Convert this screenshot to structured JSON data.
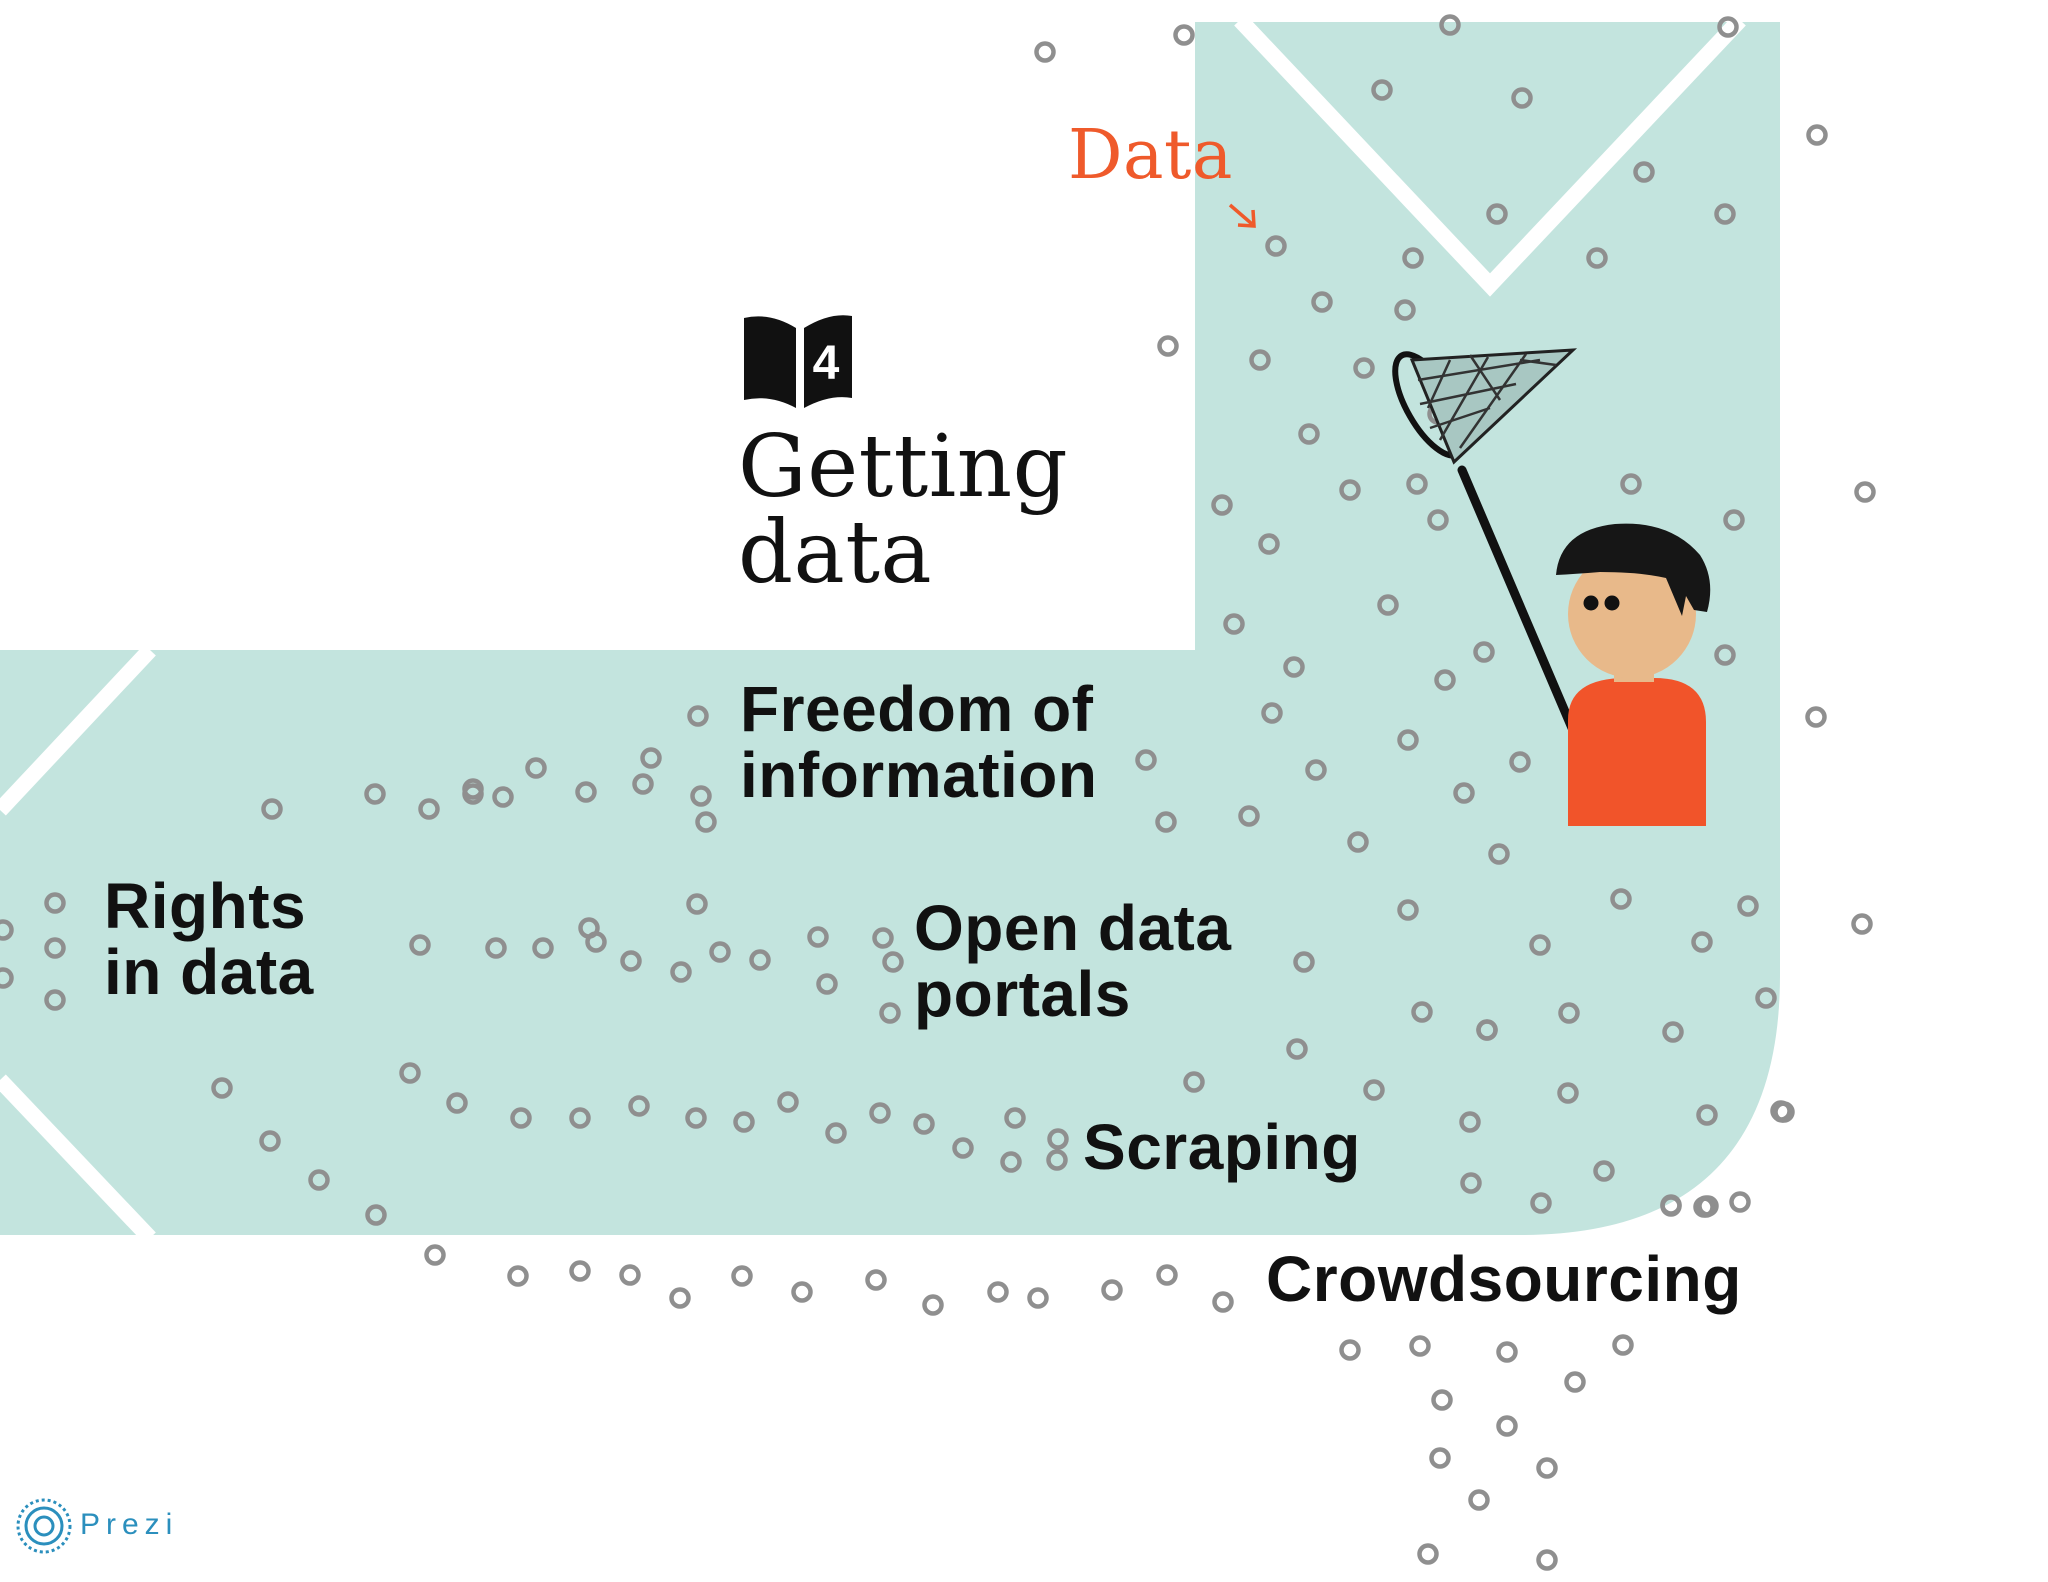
{
  "chapter": {
    "number": "4",
    "title_line1": "Getting",
    "title_line2": "data"
  },
  "data_label": "Data",
  "arrow_glyph": "↘",
  "topics": {
    "freedom_line1": "Freedom of",
    "freedom_line2": "information",
    "rights_line1": "Rights",
    "rights_line2": "in data",
    "open_line1": "Open data",
    "open_line2": "portals",
    "scraping": "Scraping",
    "crowdsourcing": "Crowdsourcing"
  },
  "brand": {
    "name": "Prezi"
  },
  "icons": {
    "chapter": "open-book-icon",
    "figure": "person-with-butterfly-net-icon",
    "data_point": "data-dot-icon",
    "brand": "prezi-logo-icon"
  },
  "colors": {
    "background": "#ffffff",
    "river": "#c3e4de",
    "text": "#111111",
    "accent": "#ef5a2b",
    "dot": "#8f8f8f",
    "shirt": "#f1542a",
    "skin": "#e8b98a",
    "hair": "#161616",
    "prezi": "#2b8fbd"
  }
}
